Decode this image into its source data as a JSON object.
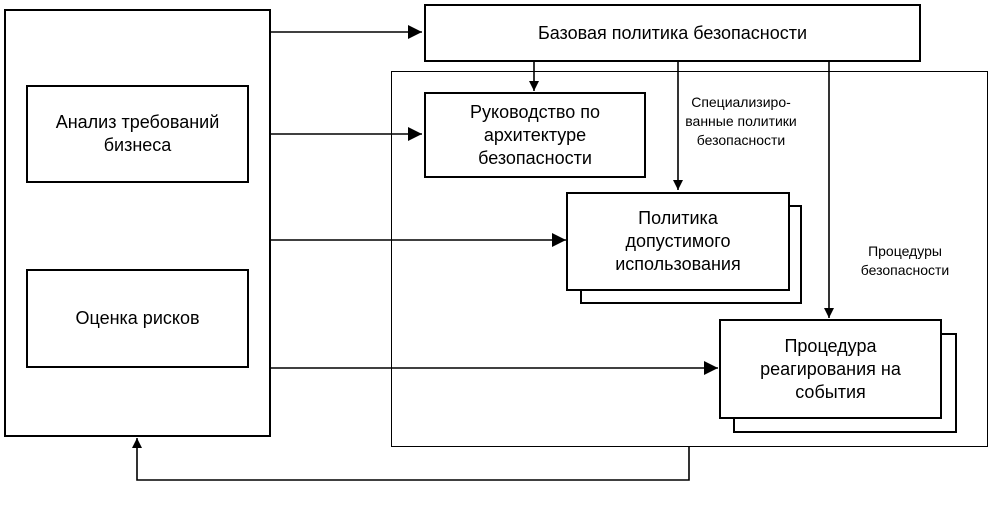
{
  "diagram": {
    "nodes": {
      "base_policy": "Базовая политика безопасности",
      "business_analysis": "Анализ требований бизнеса",
      "risk_assessment": "Оценка рисков",
      "architecture_guide": "Руководство по архитектуре безопасности",
      "acceptable_use": "Политика допустимого использования",
      "incident_response": "Процедура реагирования на события"
    },
    "labels": {
      "specialized_policies": "Специализиро-ванные политики безопасности",
      "security_procedures": "Процедуры безопасности"
    }
  }
}
